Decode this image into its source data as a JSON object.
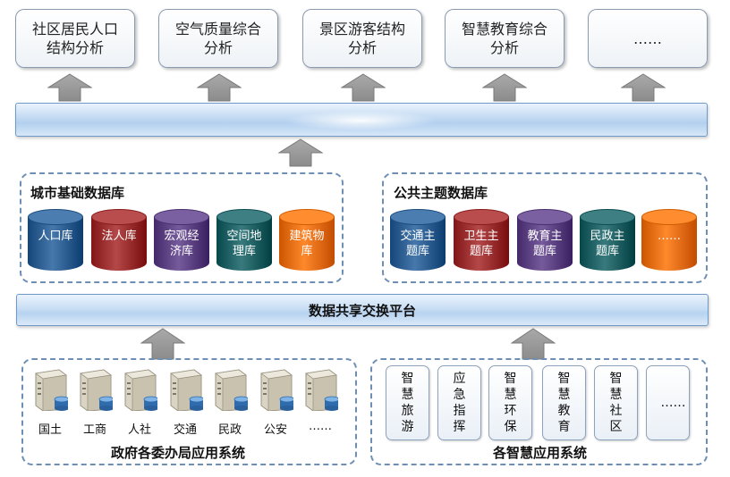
{
  "top_boxes": [
    {
      "label": "社区居民人口结构分析"
    },
    {
      "label": "空气质量综合分析"
    },
    {
      "label": "景区游客结构分析"
    },
    {
      "label": "智慧教育综合分析"
    },
    {
      "label": "……"
    }
  ],
  "exchange_platform": {
    "label": "数据共享交换平台"
  },
  "city_db": {
    "title": "城市基础数据库",
    "items": [
      {
        "label": "人口库",
        "color": "#2e5f93"
      },
      {
        "label": "法人库",
        "color": "#9b2f2f"
      },
      {
        "label": "宏观经济库",
        "color": "#5d4283"
      },
      {
        "label": "空间地理库",
        "color": "#1f6164"
      },
      {
        "label": "建筑物库",
        "color": "#e56f12"
      }
    ]
  },
  "public_db": {
    "title": "公共主题数据库",
    "items": [
      {
        "label": "交通主题库",
        "color": "#2e5f93"
      },
      {
        "label": "卫生主题库",
        "color": "#9b2f2f"
      },
      {
        "label": "教育主题库",
        "color": "#5d4283"
      },
      {
        "label": "民政主题库",
        "color": "#1f6164"
      },
      {
        "label": "……",
        "color": "#e56f12"
      }
    ]
  },
  "gov_systems": {
    "title": "政府各委办局应用系统",
    "icon": "server-icon",
    "items": [
      "国土",
      "工商",
      "人社",
      "交通",
      "民政",
      "公安",
      "……"
    ]
  },
  "smart_apps": {
    "title": "各智慧应用系统",
    "items": [
      "智慧旅游",
      "应急指挥",
      "智慧环保",
      "智慧教育",
      "智慧社区",
      "……"
    ]
  }
}
